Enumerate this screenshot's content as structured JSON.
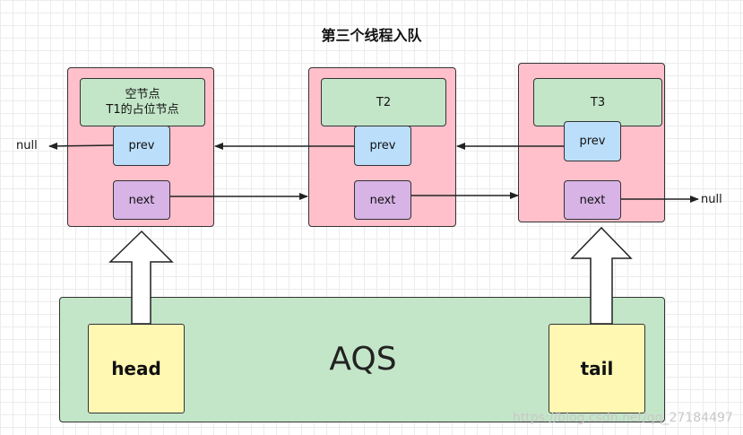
{
  "title": "第三个线程入队",
  "nodes": [
    {
      "name": "空节点\nT1的占位节点",
      "prev": "prev",
      "next": "next"
    },
    {
      "name": "T2",
      "prev": "prev",
      "next": "next"
    },
    {
      "name": "T3",
      "prev": "prev",
      "next": "next"
    }
  ],
  "null_left": "null",
  "null_right": "null",
  "aqs": {
    "label": "AQS",
    "head": "head",
    "tail": "tail"
  },
  "watermark": "https://blog.csdn.net/qq_27184497",
  "colors": {
    "node_fill": "#ffc0cb",
    "name_fill": "#c3e6c8",
    "prev_fill": "#bbdefb",
    "next_fill": "#d7b3e6",
    "aqs_fill": "#c3e6c8",
    "pointer_fill": "#fff8b3"
  }
}
